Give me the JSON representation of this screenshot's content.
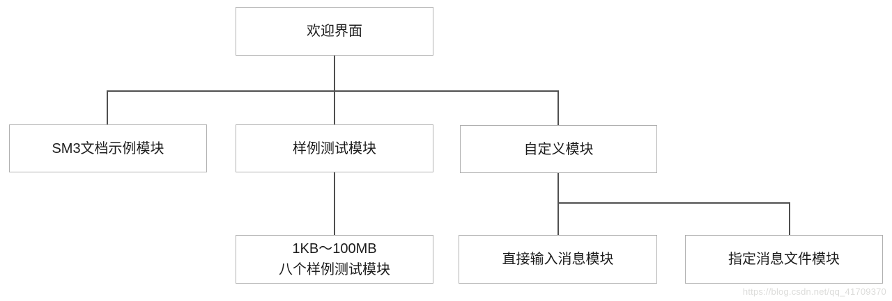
{
  "diagram": {
    "nodes": {
      "welcome": {
        "label": "欢迎界面"
      },
      "sm3_doc": {
        "label": "SM3文档示例模块"
      },
      "sample_test": {
        "label": "样例测试模块"
      },
      "custom": {
        "label": "自定义模块"
      },
      "kb_samples": {
        "line1": "1KB～100MB",
        "line2": "八个样例测试模块"
      },
      "direct_input": {
        "label": "直接输入消息模块"
      },
      "specify_file": {
        "label": "指定消息文件模块"
      }
    },
    "edges": [
      {
        "from": "welcome",
        "to": "sm3_doc"
      },
      {
        "from": "welcome",
        "to": "sample_test"
      },
      {
        "from": "welcome",
        "to": "custom"
      },
      {
        "from": "sample_test",
        "to": "kb_samples"
      },
      {
        "from": "custom",
        "to": "direct_input"
      },
      {
        "from": "custom",
        "to": "specify_file"
      }
    ],
    "colors": {
      "background": "#ffffff",
      "node_border": "#b0b0b0",
      "connector": "#4f4f4f",
      "text": "#1c1c1c",
      "watermark": "#dcdcda"
    },
    "watermark": {
      "text": "https://blog.csdn.net/qq_41709370"
    }
  }
}
